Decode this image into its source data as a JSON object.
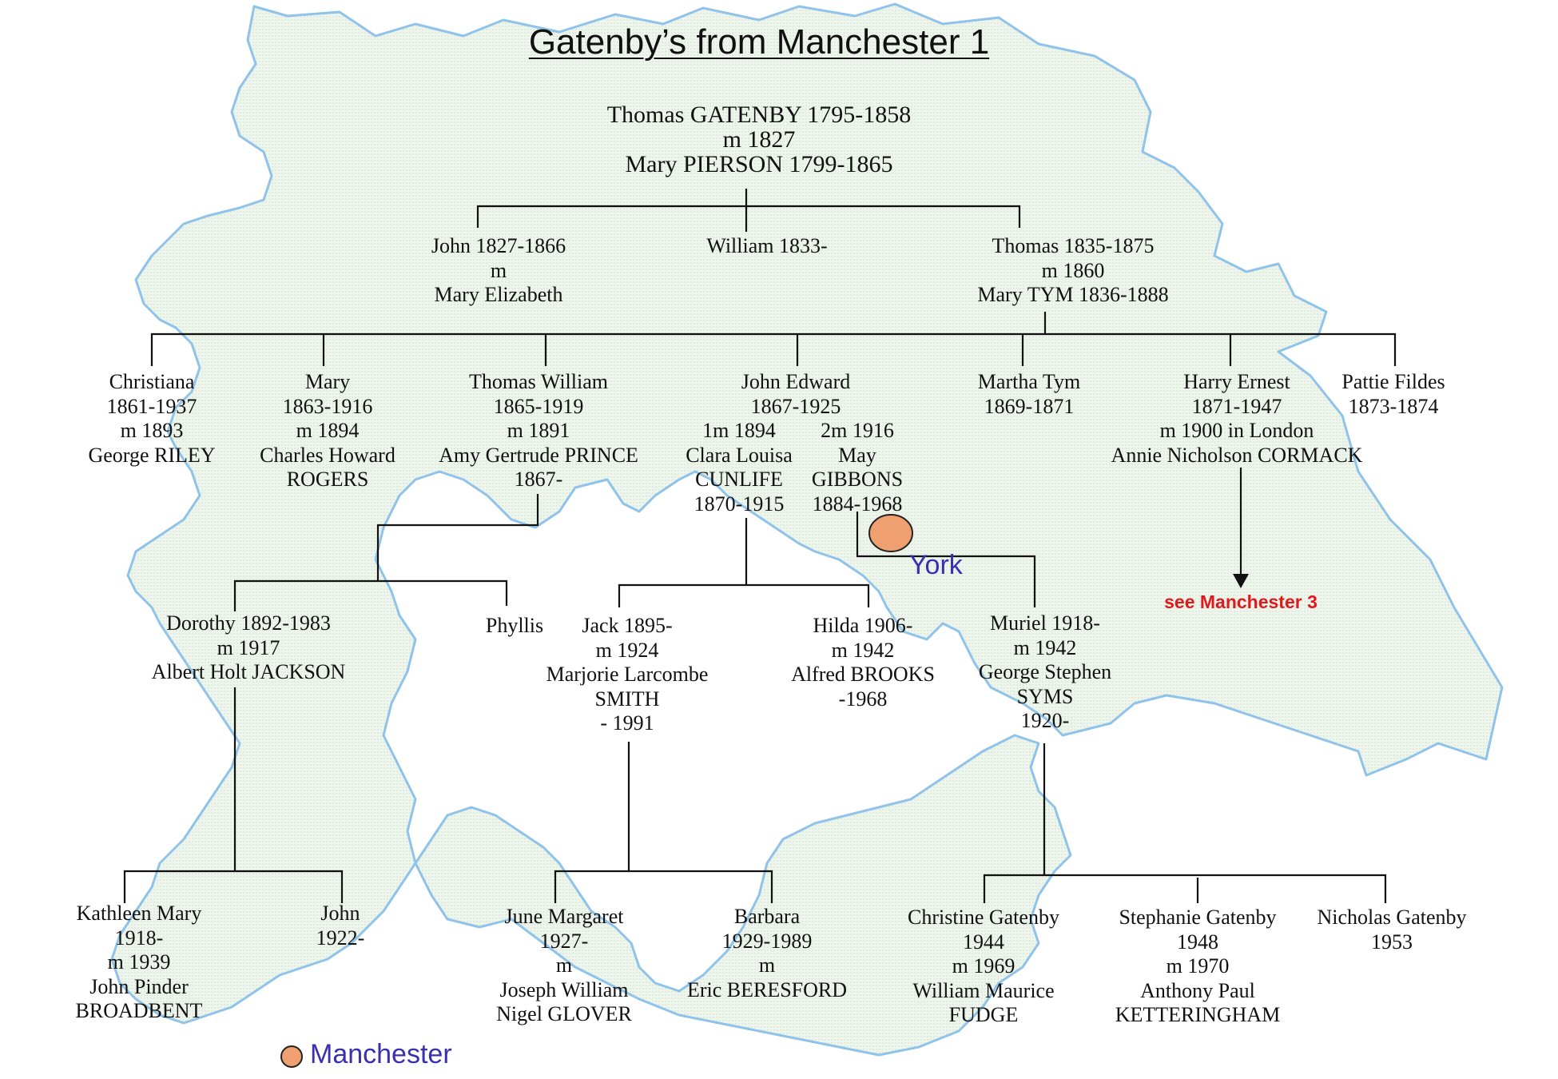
{
  "title": "Gatenby’s from Manchester 1",
  "places": {
    "york": "York",
    "manchester": "Manchester",
    "marker_color": "#f0a070",
    "map_fill": "#eef5ec",
    "map_outline": "#8fc3ea"
  },
  "see_ref": "see Manchester 3",
  "people": {
    "root": [
      "Thomas GATENBY 1795-1858",
      "m 1827",
      "Mary PIERSON 1799-1865"
    ],
    "john": [
      "John 1827-1866",
      "m",
      "Mary Elizabeth"
    ],
    "william": [
      "William 1833-"
    ],
    "thomas": [
      "Thomas 1835-1875",
      "m 1860",
      "Mary TYM 1836-1888"
    ],
    "christiana": [
      "Christiana",
      "1861-1937",
      "m 1893",
      "George RILEY"
    ],
    "mary": [
      "Mary",
      "1863-1916",
      "m 1894",
      "Charles Howard",
      "ROGERS"
    ],
    "thomas_william": [
      "Thomas William",
      "1865-1919",
      "m 1891",
      "Amy Gertrude PRINCE",
      "1867-"
    ],
    "john_edward": [
      "John Edward",
      "1867-1925"
    ],
    "je_wife1": [
      "1m 1894",
      "Clara Louisa",
      "CUNLIFE",
      "1870-1915"
    ],
    "je_wife2": [
      "2m 1916",
      "May",
      "GIBBONS",
      "1884-1968"
    ],
    "martha": [
      "Martha Tym",
      "1869-1871"
    ],
    "harry": [
      "Harry Ernest",
      "1871-1947",
      "m 1900 in London",
      "Annie Nicholson CORMACK"
    ],
    "pattie": [
      "Pattie Fildes",
      "1873-1874"
    ],
    "dorothy": [
      "Dorothy 1892-1983",
      "m 1917",
      "Albert Holt JACKSON"
    ],
    "phyllis": [
      "Phyllis"
    ],
    "jack": [
      "Jack 1895-",
      "m 1924",
      "Marjorie Larcombe",
      "SMITH",
      "- 1991"
    ],
    "hilda": [
      "Hilda 1906-",
      "m 1942",
      "Alfred BROOKS",
      "-1968"
    ],
    "muriel": [
      "Muriel 1918-",
      "m 1942",
      "George Stephen",
      "SYMS",
      "1920-"
    ],
    "kathleen": [
      "Kathleen Mary",
      "1918-",
      "m 1939",
      "John Pinder",
      "BROADBENT"
    ],
    "john2": [
      "John",
      "1922-"
    ],
    "june": [
      "June Margaret",
      "1927-",
      "m",
      "Joseph William",
      "Nigel GLOVER"
    ],
    "barbara": [
      "Barbara",
      "1929-1989",
      "m",
      "Eric BERESFORD"
    ],
    "christine": [
      "Christine Gatenby",
      "1944",
      "m 1969",
      "William Maurice",
      "FUDGE"
    ],
    "stephanie": [
      "Stephanie Gatenby",
      "1948",
      "m 1970",
      "Anthony Paul",
      "KETTERINGHAM"
    ],
    "nicholas": [
      "Nicholas Gatenby",
      "1953"
    ]
  }
}
